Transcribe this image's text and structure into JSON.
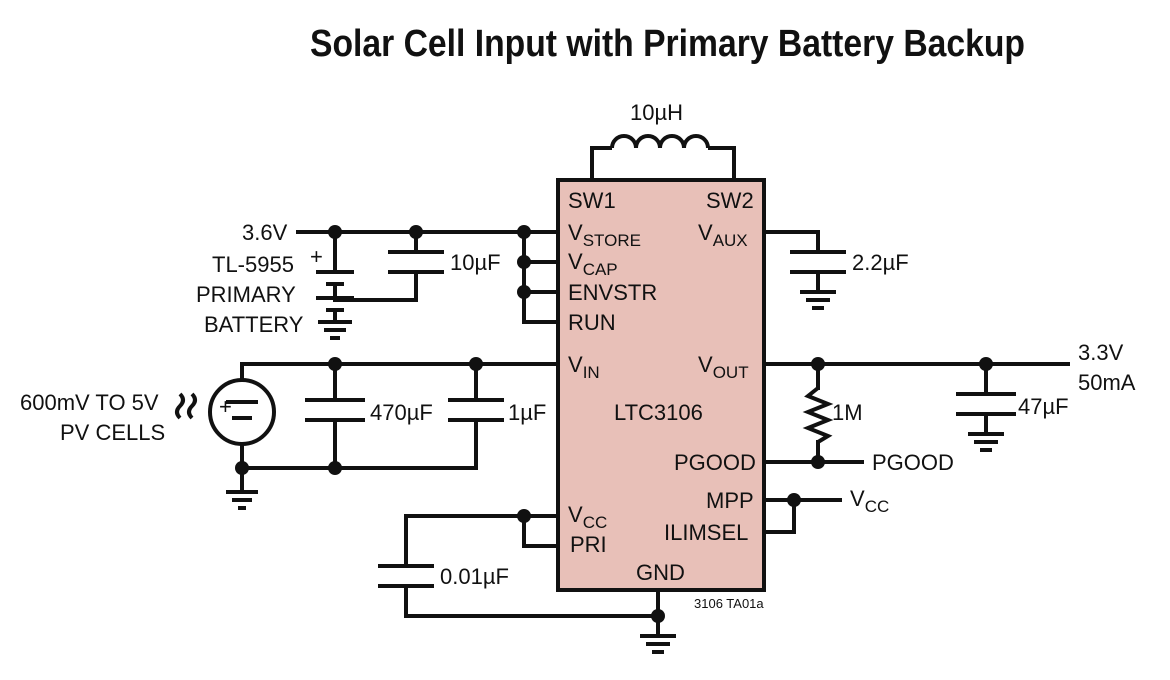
{
  "title": "Solar Cell Input with Primary Battery Backup",
  "ic": {
    "part": "LTC3106",
    "fill_color": "#e8c0b8",
    "pins_left": {
      "sw1": "SW1",
      "vstore_main": "V",
      "vstore_sub": "STORE",
      "vcap_main": "V",
      "vcap_sub": "CAP",
      "envstr": "ENVSTR",
      "run": "RUN",
      "vin_main": "V",
      "vin_sub": "IN",
      "vcc_main": "V",
      "vcc_sub": "CC",
      "pri": "PRI"
    },
    "pins_right": {
      "sw2": "SW2",
      "vaux_main": "V",
      "vaux_sub": "AUX",
      "vout_main": "V",
      "vout_sub": "OUT",
      "pgood": "PGOOD",
      "mpp": "MPP",
      "ilimsel": "ILIMSEL"
    },
    "pin_bottom": {
      "gnd": "GND"
    }
  },
  "labels": {
    "inductor": "10µH",
    "battery_voltage": "3.6V",
    "battery_part": "TL-5955",
    "battery_line1": "PRIMARY",
    "battery_line2": "BATTERY",
    "battery_plus": "+",
    "cap_store": "10µF",
    "cap_aux": "2.2µF",
    "pv_line1": "600mV TO 5V",
    "pv_line2": "PV CELLS",
    "pv_plus": "+",
    "cap_in_bulk": "470µF",
    "cap_in_small": "1µF",
    "resistor": "1M",
    "cap_out": "47µF",
    "out_voltage": "3.3V",
    "out_current": "50mA",
    "pgood_out": "PGOOD",
    "vcc_out_main": "V",
    "vcc_out_sub": "CC",
    "cap_vcc": "0.01µF",
    "figure_id": "3106 TA01a"
  }
}
